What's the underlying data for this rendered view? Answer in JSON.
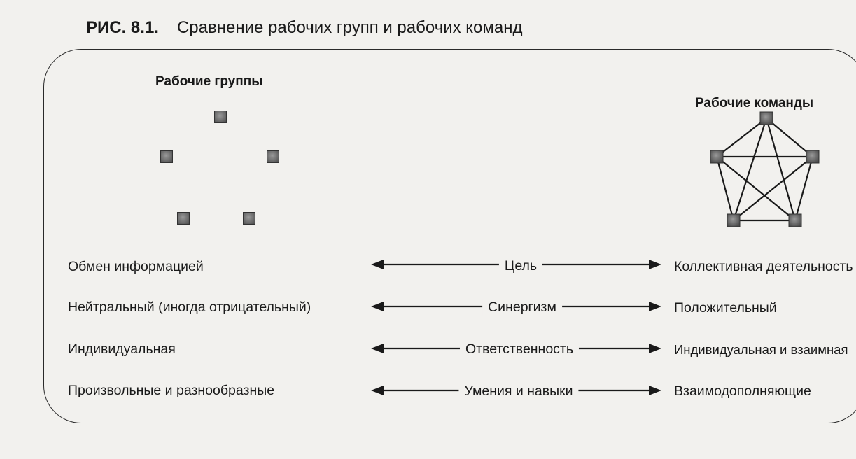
{
  "figure": {
    "number": "РИС. 8.1.",
    "title": "Сравнение рабочих групп и рабочих команд"
  },
  "groups": {
    "heading": "Рабочие группы"
  },
  "teams": {
    "heading": "Рабочие команды"
  },
  "rows": [
    {
      "left": "Обмен информацией",
      "middle": "Цель",
      "right": "Коллективная деятельность"
    },
    {
      "left": "Нейтральный (иногда отрицательный)",
      "middle": "Синергизм",
      "right": "Положительный"
    },
    {
      "left": "Индивидуальная",
      "middle": "Ответственность",
      "right": "Индивидуальная и взаимная"
    },
    {
      "left": "Произвольные и разнообразные",
      "middle": "Умения и навыки",
      "right": "Взаимодополняющие"
    }
  ]
}
